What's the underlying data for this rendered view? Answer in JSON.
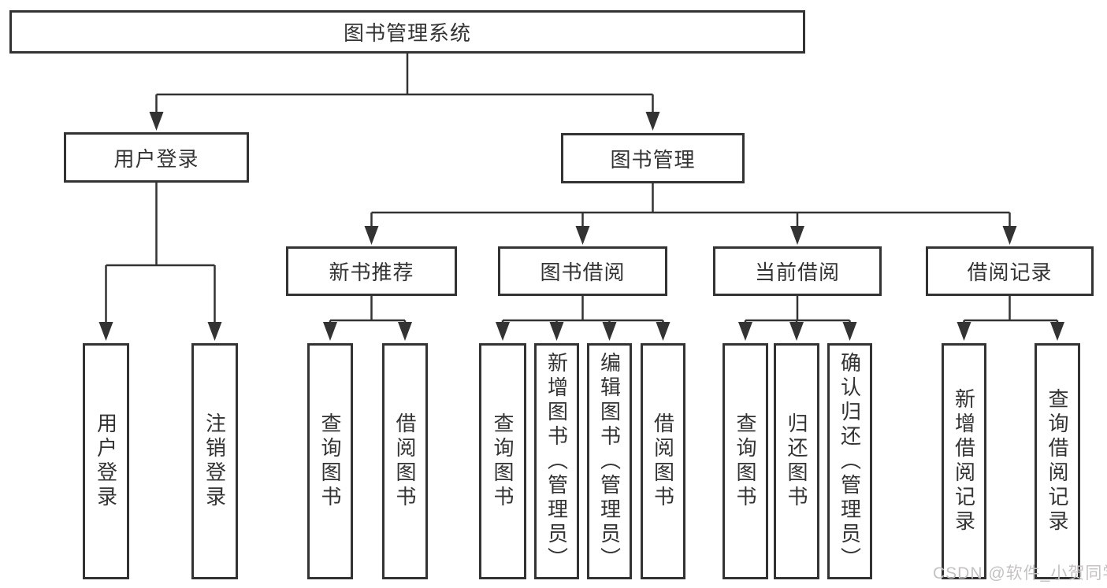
{
  "tree": {
    "label": "图书管理系统",
    "children": [
      {
        "label": "用户登录",
        "children": [
          {
            "label": "用户登录"
          },
          {
            "label": "注销登录"
          }
        ]
      },
      {
        "label": "图书管理",
        "children": [
          {
            "label": "新书推荐",
            "children": [
              {
                "label": "查询图书"
              },
              {
                "label": "借阅图书"
              }
            ]
          },
          {
            "label": "图书借阅",
            "children": [
              {
                "label": "查询图书"
              },
              {
                "label": "新增图书（管理员）"
              },
              {
                "label": "编辑图书（管理员）"
              },
              {
                "label": "借阅图书"
              }
            ]
          },
          {
            "label": "当前借阅",
            "children": [
              {
                "label": "查询图书"
              },
              {
                "label": "归还图书"
              },
              {
                "label": "确认归还（管理员）"
              }
            ]
          },
          {
            "label": "借阅记录",
            "children": [
              {
                "label": "新增借阅记录"
              },
              {
                "label": "查询借阅记录"
              }
            ]
          }
        ]
      }
    ]
  },
  "watermark": "CSDN @软件_小贺同学",
  "colors": {
    "line": "#333333",
    "box_border": "#333333",
    "text": "#333333",
    "watermark": "#c4c2c2",
    "background": "#ffffff"
  }
}
